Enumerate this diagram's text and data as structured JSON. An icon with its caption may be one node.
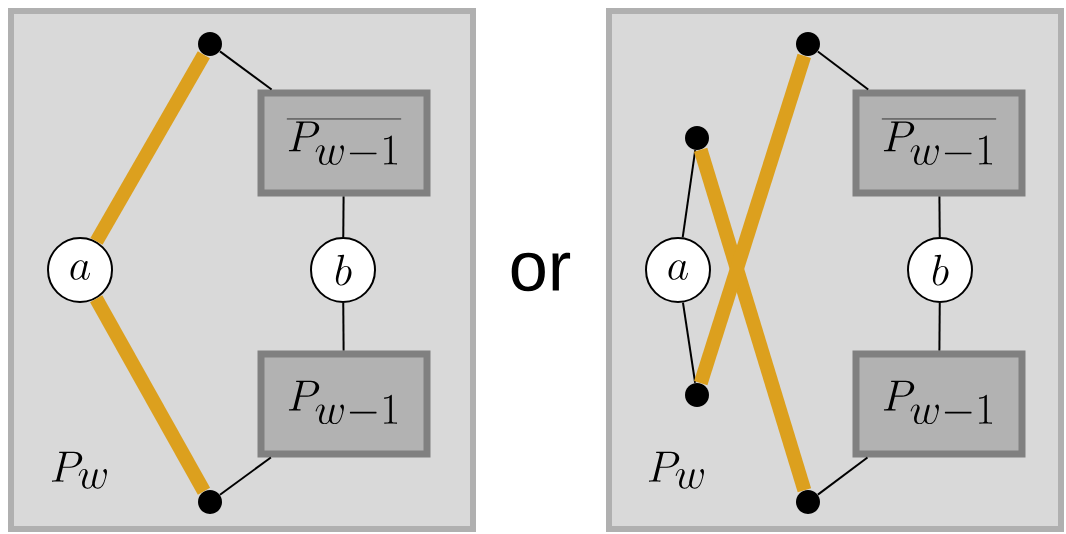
{
  "diagram": {
    "nodes": [
      {
        "text": [
          "P_w"
        ]
      },
      {
        "text": [],
        "shape": "circle",
        "in": 0
      },
      {
        "text": [
          "\\overline{P_{w-1}}"
        ],
        "in": 0
      },
      {
        "text": [
          "a"
        ],
        "in": 0
      },
      {
        "text": [
          "b"
        ],
        "in": 0
      },
      {
        "text": [
          "P_{w-1}"
        ],
        "in": 0
      },
      {
        "text": [],
        "shape": "circle",
        "in": 0
      },
      {
        "text": [
          "P_w"
        ]
      },
      {
        "text": [],
        "shape": "circle",
        "in": 7
      },
      {
        "text": [],
        "shape": "circle",
        "in": 7
      },
      {
        "text": [
          "\\overline{P_{w-1}}"
        ],
        "in": 7
      },
      {
        "text": [
          "a"
        ],
        "in": 7
      },
      {
        "text": [
          "b"
        ],
        "in": 7
      },
      {
        "text": [],
        "shape": "circle",
        "in": 7
      },
      {
        "text": [
          "P_{w-1}"
        ],
        "in": 7
      },
      {
        "text": [],
        "shape": "circle",
        "in": 7
      }
    ],
    "edges": [
      {
        "from": 3,
        "to": 1,
        "arrow": "none",
        "style": "thick",
        "color": "#dca01e"
      },
      {
        "from": 3,
        "to": 6,
        "arrow": "none",
        "style": "thick",
        "color": "#dca01e"
      },
      {
        "from": 1,
        "to": 2,
        "arrow": "none"
      },
      {
        "from": 2,
        "to": 4,
        "arrow": "none"
      },
      {
        "from": 4,
        "to": 5,
        "arrow": "none"
      },
      {
        "from": 5,
        "to": 6,
        "arrow": "none"
      },
      {
        "from": 9,
        "to": 11,
        "arrow": "none"
      },
      {
        "from": 11,
        "to": 13,
        "arrow": "none"
      },
      {
        "from": 9,
        "to": 15,
        "arrow": "none",
        "style": "thick",
        "color": "#dca01e"
      },
      {
        "from": 13,
        "to": 8,
        "arrow": "none",
        "style": "thick",
        "color": "#dca01e"
      },
      {
        "from": 8,
        "to": 10,
        "arrow": "none"
      },
      {
        "from": 10,
        "to": 12,
        "arrow": "none"
      },
      {
        "from": 12,
        "to": 14,
        "arrow": "none"
      },
      {
        "from": 14,
        "to": 15,
        "arrow": "none"
      }
    ],
    "labels": [
      "or"
    ]
  }
}
